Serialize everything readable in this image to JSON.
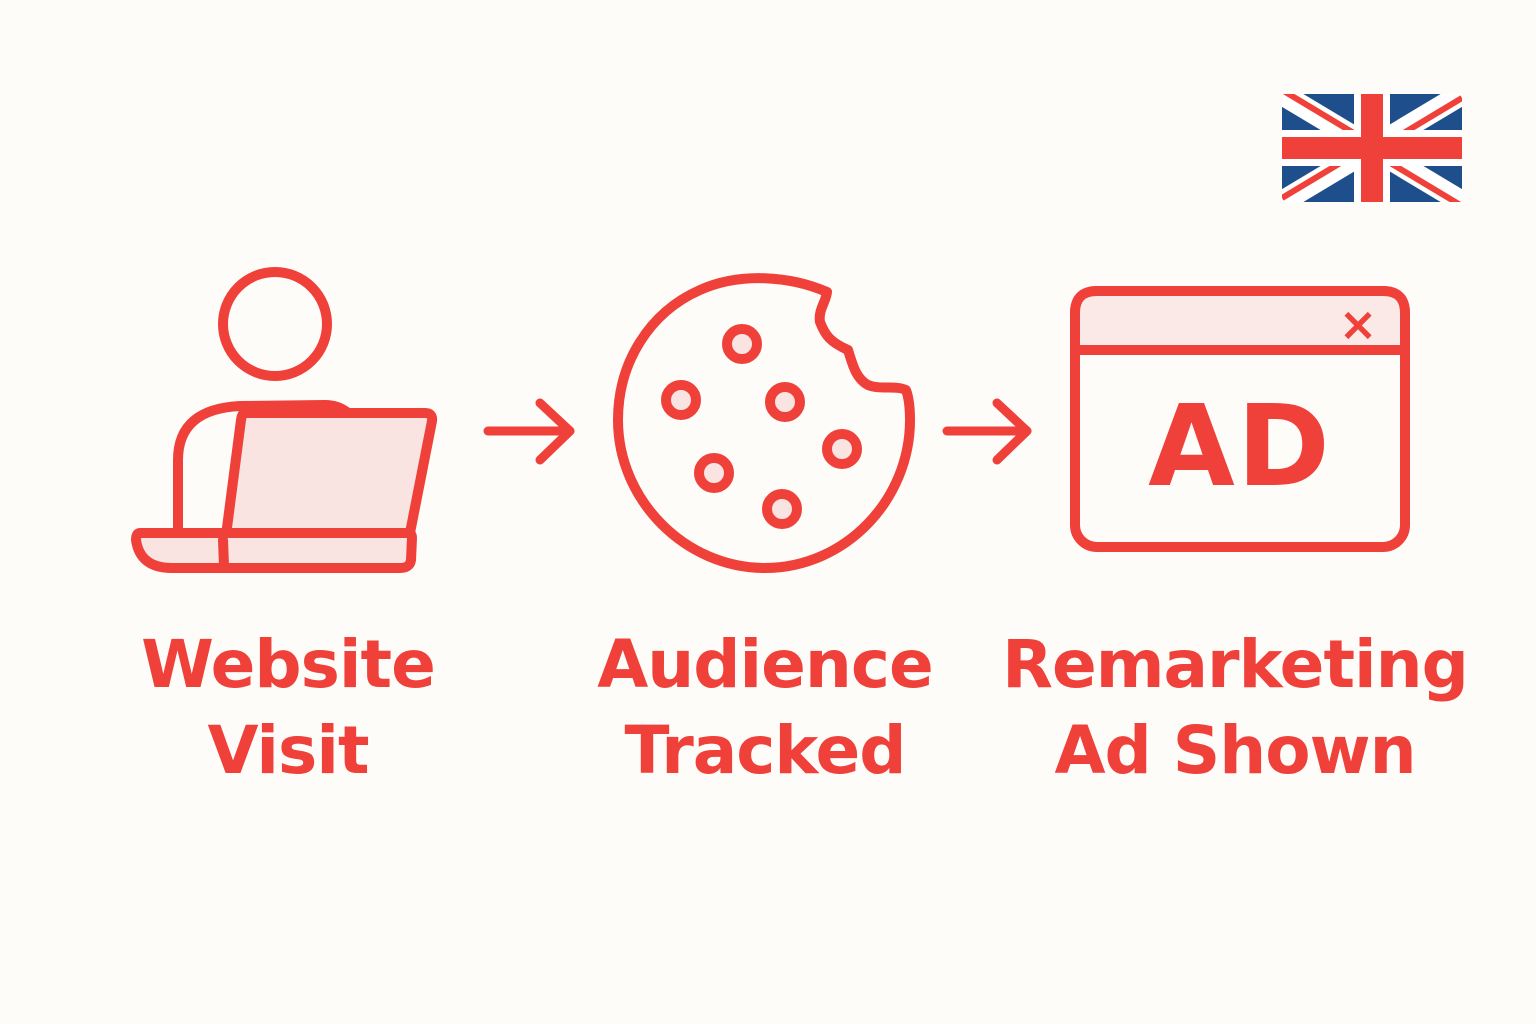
{
  "colors": {
    "background": "#fdfcf9",
    "accent": "#f0403a",
    "accent_fill": "#f9e4e2",
    "flag_blue": "#1f4e8c",
    "flag_red": "#f0403a",
    "flag_white": "#ffffff"
  },
  "flag": {
    "icon": "uk-flag-icon"
  },
  "steps": [
    {
      "icon": "person-laptop-icon",
      "label_line1": "Website",
      "label_line2": "Visit"
    },
    {
      "icon": "cookie-icon",
      "label_line1": "Audience",
      "label_line2": "Tracked"
    },
    {
      "icon": "browser-ad-icon",
      "ad_text": "AD",
      "close_glyph": "×",
      "label_line1": "Remarketing",
      "label_line2": "Ad Shown"
    }
  ],
  "arrows": [
    {
      "icon": "arrow-right-icon"
    },
    {
      "icon": "arrow-right-icon"
    }
  ]
}
